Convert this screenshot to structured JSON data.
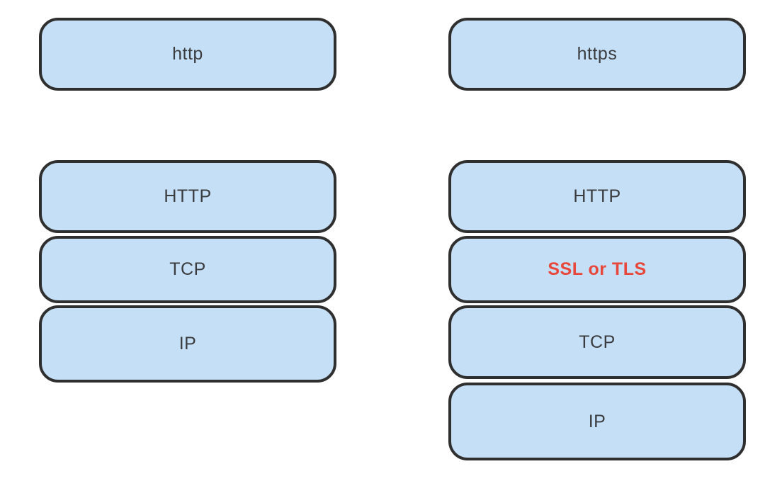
{
  "diagram": {
    "colors": {
      "background": "#ffffff",
      "box_fill": "#c5dff6",
      "box_border": "#2f2f2f",
      "label_text": "#3a3c3f",
      "highlight_text": "#e8483b"
    },
    "left_column": {
      "scheme_box": {
        "label": "http"
      },
      "layers": [
        {
          "label": "HTTP",
          "highlight": false
        },
        {
          "label": "TCP",
          "highlight": false
        },
        {
          "label": "IP",
          "highlight": false
        }
      ]
    },
    "right_column": {
      "scheme_box": {
        "label": "https"
      },
      "layers": [
        {
          "label": "HTTP",
          "highlight": false
        },
        {
          "label": "SSL or TLS",
          "highlight": true
        },
        {
          "label": "TCP",
          "highlight": false
        },
        {
          "label": "IP",
          "highlight": false
        }
      ]
    }
  }
}
